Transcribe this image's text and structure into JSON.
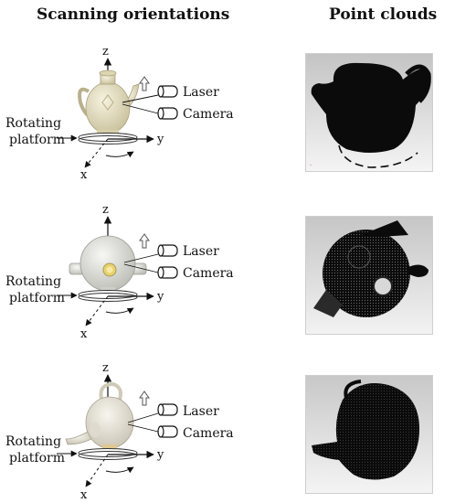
{
  "headers": {
    "left": "Scanning orientations",
    "right": "Point clouds"
  },
  "labels": {
    "laser": "Laser",
    "camera": "Camera",
    "rotating_line1": "Rotating",
    "rotating_line2": "platform",
    "axis_x": "x",
    "axis_y": "y",
    "axis_z": "z"
  },
  "colors": {
    "teapot_1": "#e9e3c6",
    "teapot_2": "#e6e6e2",
    "teapot_3": "#ece9e0",
    "point_cloud": "#0b0b0b",
    "panel_bg": "#cfcfcf"
  }
}
